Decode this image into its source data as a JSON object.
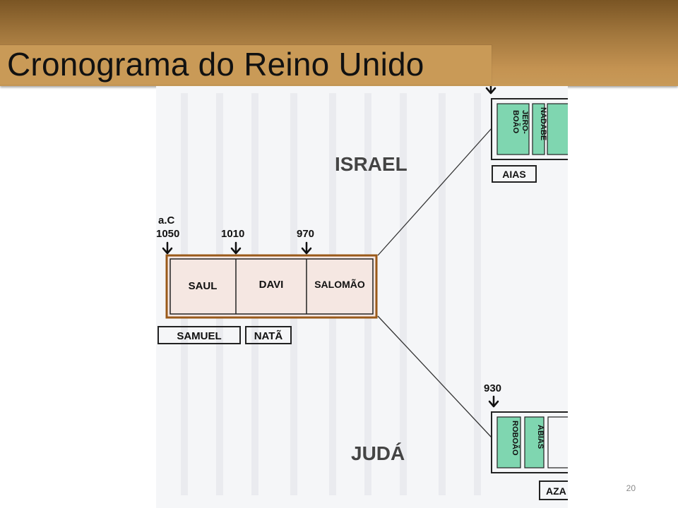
{
  "slide": {
    "title": "Cronograma do Reino Unido",
    "page_number": "20"
  },
  "diagram": {
    "era_label": "a.C",
    "years": {
      "saul": "1050",
      "davi": "1010",
      "salomao": "970",
      "division": "930"
    },
    "united_kings": [
      "SAUL",
      "DAVI",
      "SALOMÃO"
    ],
    "prophets": [
      "SAMUEL",
      "NATÃ"
    ],
    "north": {
      "kingdom": "ISRAEL",
      "kings": [
        "JERO-\nBOÃO",
        "NADABE"
      ],
      "prophet": "AIAS"
    },
    "south": {
      "kingdom": "JUDÁ",
      "kings": [
        "ROBOÃO",
        "ABIAS"
      ],
      "prophet": "AZA"
    }
  },
  "colors": {
    "title_bar": "#a2773d",
    "united_box_fill": "#f5e6e0",
    "united_box_border": "#9a5a1a",
    "king_box_fill": "#7fd6b0"
  }
}
